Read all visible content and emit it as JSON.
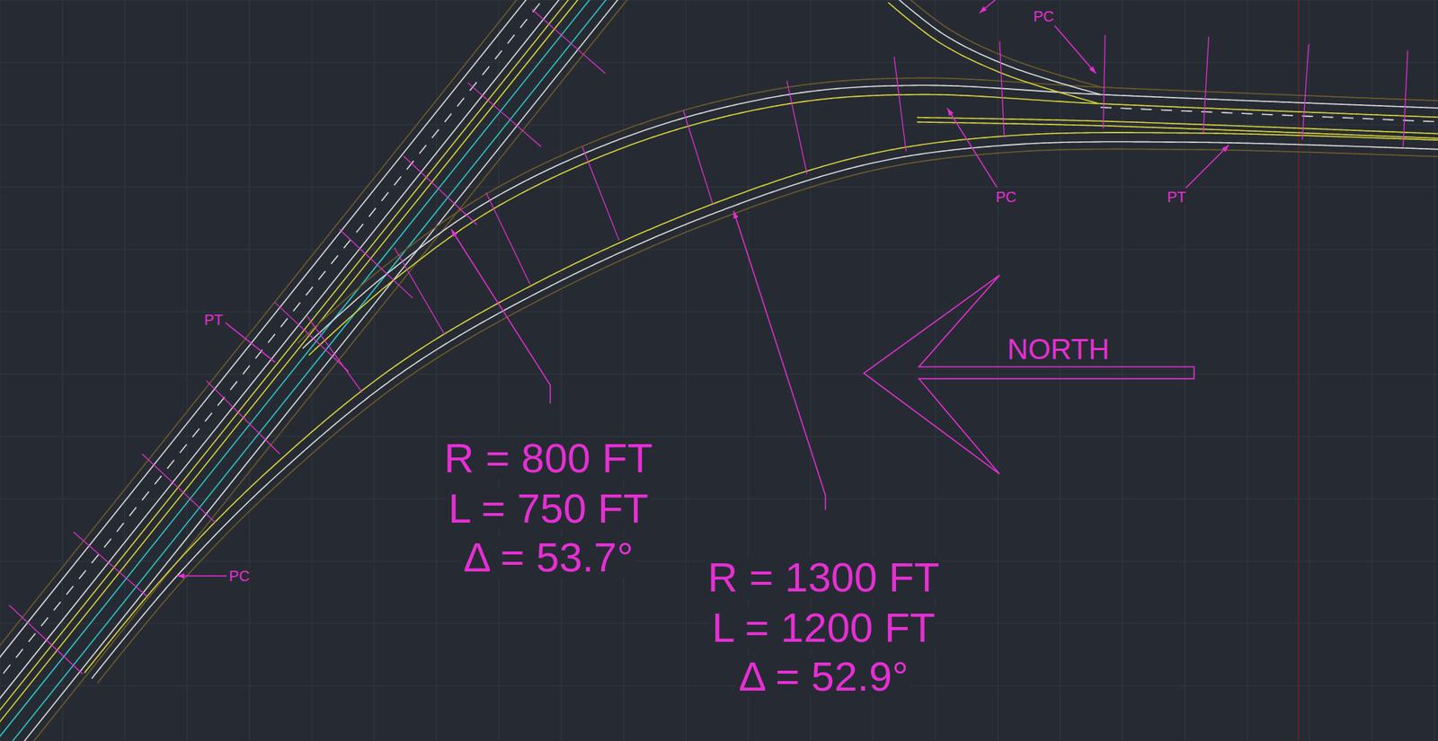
{
  "diagram": {
    "labels": [
      "PC",
      "PC",
      "PT",
      "PT",
      "NORTH",
      "R = 800 FT",
      "L = 750 FT",
      "Δ = 53.7°",
      "PC",
      "R = 1300 FT",
      "L = 1200 FT",
      "Δ = 52.9°"
    ]
  }
}
